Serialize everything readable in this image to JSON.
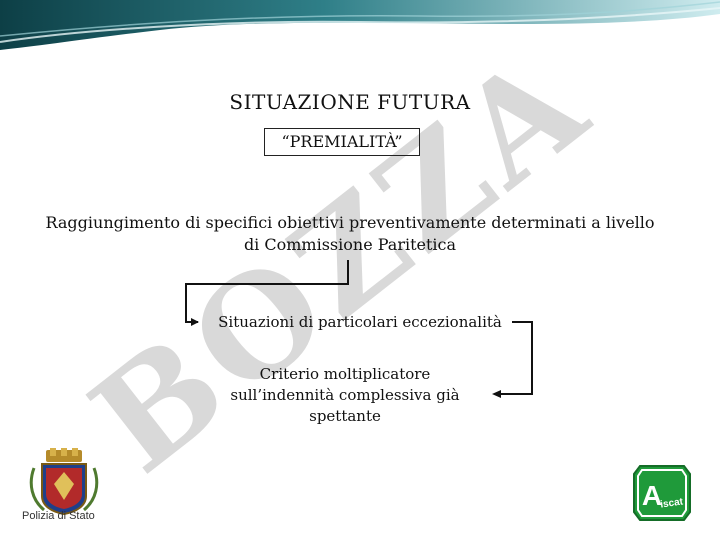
{
  "slide": {
    "title": "SITUAZIONE FUTURA",
    "subtitle": "“PREMIALITÀ”",
    "main_text": "Raggiungimento di specifici obiettivi preventivamente determinati a livello di Commissione Paritetica",
    "step_1": "Situazioni di particolari eccezionalità",
    "step_2": "Criterio moltiplicatore sull’indennità complessiva già spettante",
    "watermark": "BOZZA"
  },
  "logos": {
    "left_label": "Polizia di Stato",
    "right_label": "Aiscat"
  },
  "colors": {
    "banner_dark": "#0f4f57",
    "banner_light": "#bfe3e6",
    "watermark": "#d9d9d9",
    "aiscat_green": "#1f9a3a"
  }
}
